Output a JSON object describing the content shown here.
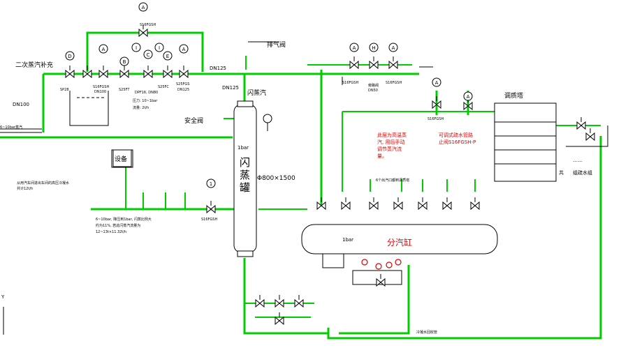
{
  "labels": {
    "secondary_steam": "二次蒸汽补充",
    "dn100": "DN100",
    "left_pipe_note": "6~10bar蒸汽",
    "sp28": "SP28",
    "s16fgsh": "S16FGSH",
    "dn100_small": "DN100",
    "s25ft": "S25FT",
    "dpf16": "DPF16, DN80",
    "s25fc": "S25FC",
    "s25fgs": "S25FGS",
    "dn125_under": "DN125",
    "pressure": "压力: 10~1bar",
    "flow": "流量: 2t/h",
    "dn125_main": "DN125",
    "dn125_vert": "DN125",
    "vent_valve": "排气阀",
    "flash_steam": "闪蒸汽",
    "safety_valve": "安全阀",
    "bar1_tank": "1bar",
    "flash_tank": "闪蒸罐",
    "diameter": "Φ800×1500",
    "equipment": "设备",
    "condensate_note_1": "从用汽车间进出车间的高压冷凝水",
    "condensate_note_2": "共计12t/h",
    "pressure_note_1": "6~10bar, 降压到1bar, 闪蒸比例大",
    "pressure_note_2": "约为11%, 若此闪蒸汽流量为",
    "pressure_note_3": "12~13t×11.32t/h",
    "s16fgsh_lower": "S16FGSH",
    "s16fgsh_top": "S16FGSH",
    "valve_s16_1": "S16FGSH",
    "valve_bypass": "旁路阀",
    "valve_s16_2": "S16FGSH",
    "dn50": "DN50",
    "s16fgsh_mid": "S16FGSH",
    "humid_tower": "调质塔",
    "red_note_1": "此层为高温蒸",
    "red_note_2": "汽,  用后手动",
    "red_note_3": "调节蒸汽流",
    "red_note_4": "量。",
    "red_note_5": "可调式疏水管路",
    "red_note_6": "止阀S16FGSH-P",
    "six_outlets": "6个出汽口都到调质塔",
    "dots": "……",
    "shared": "共",
    "group_trap": "组疏水组",
    "bar1_header": "1bar",
    "header": "分汽缸",
    "condensate_return": "冷凝水回收管",
    "axis_y": "Y"
  },
  "instruments": {
    "a": "A",
    "b": "B",
    "c": "C",
    "d": "D",
    "e": "E",
    "h": "H",
    "i": "I",
    "one": "1"
  }
}
